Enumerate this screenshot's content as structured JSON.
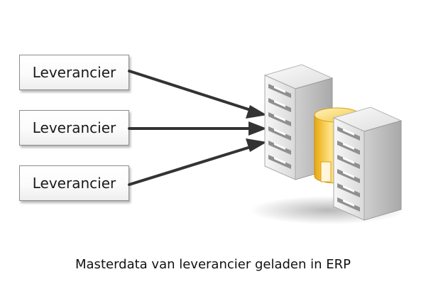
{
  "suppliers": [
    {
      "label": "Leverancier"
    },
    {
      "label": "Leverancier"
    },
    {
      "label": "Leverancier"
    }
  ],
  "target": {
    "icon": "erp-server-database-icon"
  },
  "caption": "Masterdata van leverancier geladen in ERP",
  "colors": {
    "arrow": "#333333",
    "box_border": "#8c8c8c",
    "server_body": "#e4e4e4",
    "database": "#f0c040"
  }
}
